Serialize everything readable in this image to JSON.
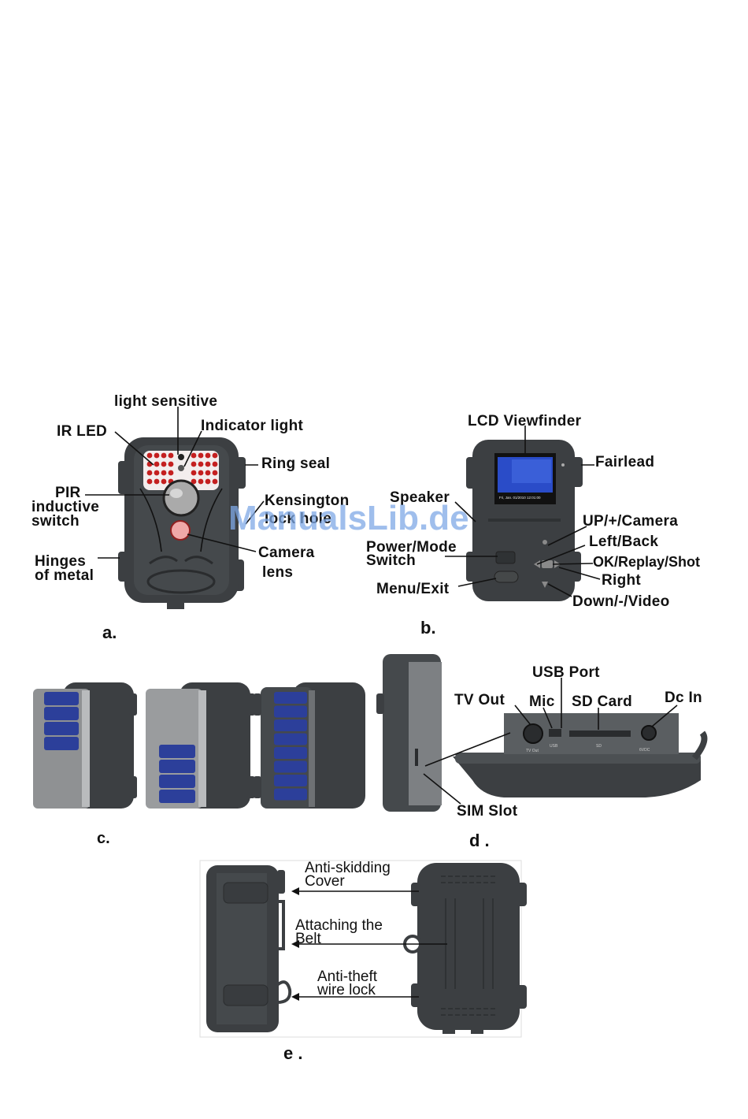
{
  "panels": {
    "a": {
      "letter": "a.",
      "labels": {
        "light_sensitive": "light sensitive",
        "indicator_light": "Indicator light",
        "ir_led": "IR LED",
        "ring_seal": "Ring seal",
        "pir_1": "PIR",
        "pir_2": "inductive",
        "pir_3": "switch",
        "kensington_1": "Kensington",
        "kensington_2": "lock hole",
        "hinges_1": "Hinges",
        "hinges_2": "of metal",
        "camera_1": "Camera",
        "camera_2": "lens"
      }
    },
    "b": {
      "letter": "b.",
      "labels": {
        "lcd": "LCD Viewfinder",
        "fairlead": "Fairlead",
        "speaker": "Speaker",
        "up": "UP/+/Camera",
        "left": "Left/Back",
        "power_1": "Power/Mode",
        "power_2": "Switch",
        "ok": "OK/Replay/Shot",
        "right": "Right",
        "menu": "Menu/Exit",
        "down": "Down/-/Video"
      },
      "screen_text": "Fri, Jan. 01/2010 12:01:00"
    },
    "c": {
      "letter": "c."
    },
    "d": {
      "letter": "d .",
      "labels": {
        "usb_port": "USB Port",
        "tv_out": "TV Out",
        "mic": "Mic",
        "sd_card": "SD Card",
        "dc_in": "Dc In",
        "sim_slot": "SIM Slot"
      },
      "port_marks": {
        "tv": "TV Out",
        "usb": "USB",
        "sd": "SD",
        "dc": "6VDC"
      }
    },
    "e": {
      "letter": "e .",
      "labels": {
        "anti_skid_1": "Anti-skidding",
        "anti_skid_2": "Cover",
        "belt_1": "Attaching the",
        "belt_2": "Belt",
        "theft_1": "Anti-theft",
        "theft_2": "wire lock"
      }
    }
  },
  "watermark": "ManualsLib.de",
  "colors": {
    "body": "#3c3f42",
    "body_dark": "#2a2c2e",
    "led": "#c41f1f",
    "battery": "#2c3f9a",
    "screen": "#2a4cc8",
    "watermark": "#7fa9e6"
  }
}
